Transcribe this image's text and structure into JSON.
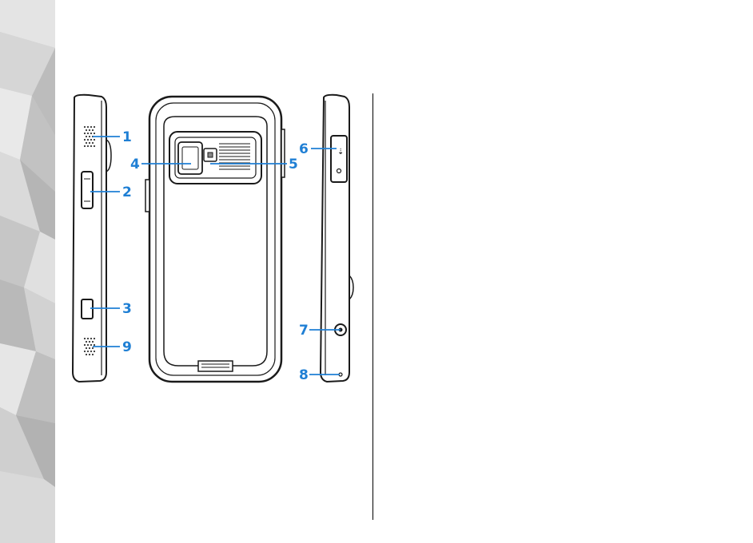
{
  "colors": {
    "callout": "#1f7fd4",
    "sidebar_base": "#c9c9c9",
    "device_outline": "#1a1a1a",
    "device_fill": "#ffffff"
  },
  "figure": {
    "views": [
      "left-side-view",
      "back-view",
      "right-side-view"
    ],
    "callouts": [
      {
        "number": "1",
        "part": "loudspeaker"
      },
      {
        "number": "2",
        "part": "volume-zoom-key"
      },
      {
        "number": "3",
        "part": "capture-key"
      },
      {
        "number": "4",
        "part": "camera-flash"
      },
      {
        "number": "5",
        "part": "main-camera"
      },
      {
        "number": "6",
        "part": "micro-usb-and-memory-card-slot"
      },
      {
        "number": "7",
        "part": "av-connector"
      },
      {
        "number": "8",
        "part": "charger-connector"
      },
      {
        "number": "9",
        "part": "loudspeaker"
      }
    ]
  }
}
